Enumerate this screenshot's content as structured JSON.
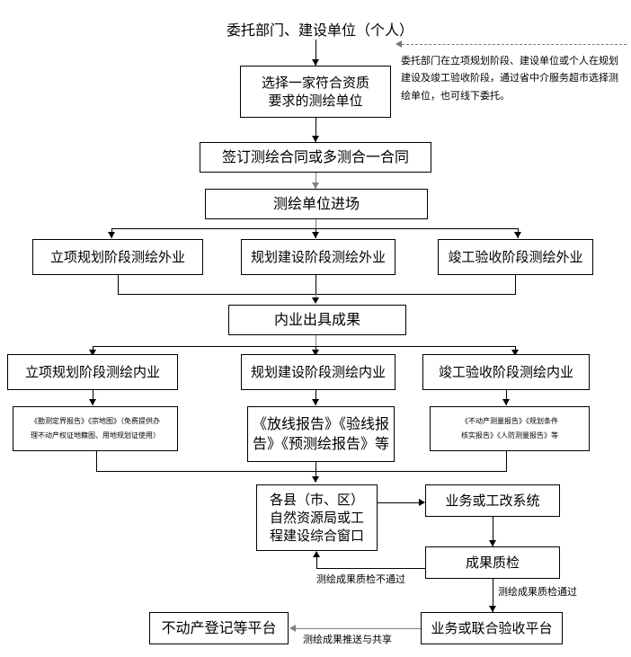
{
  "diagram": {
    "title": "委托部门、建设单位（个人）",
    "note": "委托部门在立项规划阶段、建设单位或个人在规划建设及竣工验收阶段，通过省中介服务超市选择测绘单位，也可线下委托。",
    "nodes": {
      "select_unit": "选择一家符合资质\n要求的测绘单位",
      "sign_contract": "签订测绘合同或多测合一合同",
      "unit_enter": "测绘单位进场",
      "field_planning": "立项规划阶段测绘外业",
      "field_construction": "规划建设阶段测绘外业",
      "field_acceptance": "竣工验收阶段测绘外业",
      "indoor_output": "内业出具成果",
      "office_planning": "立项规划阶段测绘内业",
      "office_construction": "规划建设阶段测绘内业",
      "office_acceptance": "竣工验收阶段测绘内业",
      "result_planning": "《勘测定界报告》《宗地图》（免费提供办\n理不动产权证地籍图、用地规划证使用）",
      "result_construction": "《放线报告》《验线报\n告》《预测绘报告》等",
      "result_acceptance": "《不动产测量报告》《规划条件\n核实报告》《人防测量报告》等",
      "county_bureau": "各县（市、区）\n自然资源局或工\n程建设综合窗口",
      "business_system": "业务或工改系统",
      "quality_check": "成果质检",
      "joint_acceptance": "业务或联合验收平台",
      "registration_platform": "不动产登记等平台"
    },
    "edge_labels": {
      "qc_fail": "测绘成果质检不通过",
      "qc_pass": "测绘成果质检通过",
      "push_share": "测绘成果推送与共享"
    },
    "colors": {
      "line": "#000000",
      "line_gray": "#808080",
      "dashed": "#777777",
      "background": "#ffffff",
      "text": "#000000"
    }
  }
}
